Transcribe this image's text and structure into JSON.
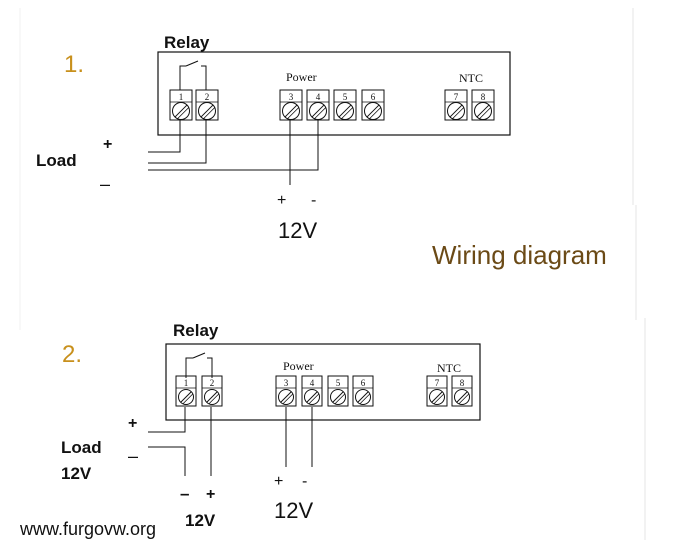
{
  "diagram1": {
    "step": "1.",
    "relay_label": "Relay",
    "power_label": "Power",
    "ntc_label": "NTC",
    "terminals": [
      "1",
      "2",
      "3",
      "4",
      "5",
      "6",
      "7",
      "8"
    ],
    "load_label": "Load",
    "plus": "+",
    "minus": "–",
    "supply_plus": "+",
    "supply_minus": "-",
    "supply_label": "12V"
  },
  "title": "Wiring diagram",
  "diagram2": {
    "step": "2.",
    "relay_label": "Relay",
    "power_label": "Power",
    "ntc_label": "NTC",
    "terminals": [
      "1",
      "2",
      "3",
      "4",
      "5",
      "6",
      "7",
      "8"
    ],
    "load_label": "Load",
    "load_voltage": "12V",
    "plus": "+",
    "minus": "–",
    "bottom_minus": "–",
    "bottom_plus": "+",
    "bottom_voltage": "12V",
    "supply_plus": "+",
    "supply_minus": "-",
    "supply_label": "12V"
  },
  "watermark": "www.furgovw.org",
  "colors": {
    "line": "#111111",
    "step_number": "#c8901c",
    "title": "#6b4a16",
    "background": "#ffffff",
    "panel_edge": "#e6e6e6"
  }
}
